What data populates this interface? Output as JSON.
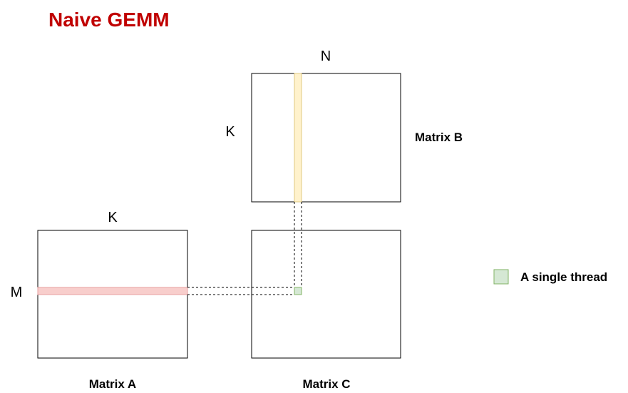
{
  "title": "Naive GEMM",
  "matrix_a": {
    "caption": "Matrix A",
    "top_label": "K",
    "side_label": "M"
  },
  "matrix_b": {
    "caption": "Matrix B",
    "top_label": "N",
    "side_label": "K"
  },
  "matrix_c": {
    "caption": "Matrix C"
  },
  "legend": {
    "label": "A single thread"
  },
  "colors": {
    "title": "#c00000",
    "row_highlight": "#f8cecc",
    "row_stroke": "#e8a0a0",
    "column_highlight": "#fff2cc",
    "column_stroke": "#e0c980",
    "thread_cell": "#d5e8d4",
    "thread_stroke": "#82b366"
  }
}
